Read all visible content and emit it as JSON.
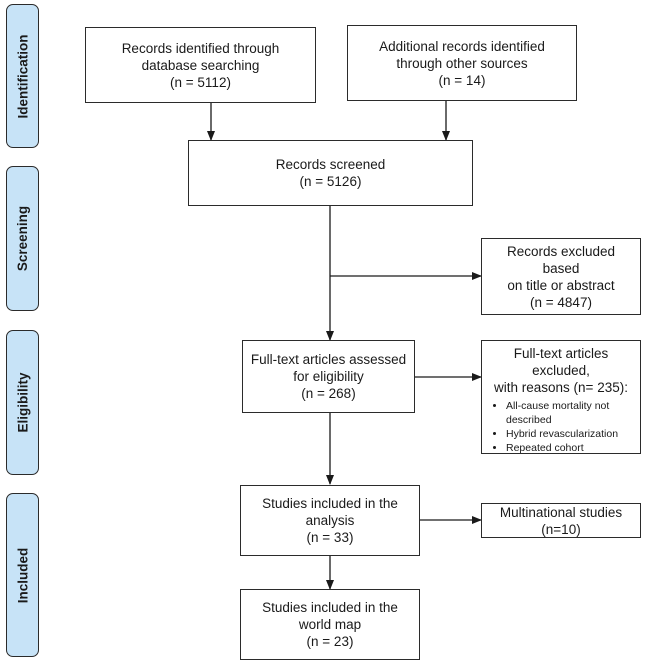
{
  "stages": [
    {
      "id": "identification",
      "label": "Identification"
    },
    {
      "id": "screening",
      "label": "Screening"
    },
    {
      "id": "eligibility",
      "label": "Eligibility"
    },
    {
      "id": "included",
      "label": "Included"
    }
  ],
  "boxes": {
    "records_database": {
      "lines": [
        "Records identified through",
        "database searching",
        "(n = 5112)"
      ]
    },
    "records_other": {
      "lines": [
        "Additional records identified",
        "through other sources",
        "(n = 14)"
      ]
    },
    "records_screened": {
      "lines": [
        "Records screened",
        "(n = 5126)"
      ]
    },
    "records_excluded": {
      "lines": [
        "Records excluded based",
        "on title or abstract",
        "(n = 4847)"
      ]
    },
    "fulltext_assessed": {
      "lines": [
        "Full-text articles assessed",
        "for eligibility",
        "(n = 268)"
      ]
    },
    "fulltext_excluded": {
      "lines": [
        "Full-text articles excluded,",
        "with reasons (n= 235):"
      ],
      "reasons": [
        "All-cause mortality not described",
        "Hybrid revascularization",
        "Repeated cohort"
      ]
    },
    "studies_analysis": {
      "lines": [
        "Studies included in the",
        "analysis",
        "(n = 33)"
      ]
    },
    "multinational": {
      "lines": [
        "Multinational studies (n=10)"
      ]
    },
    "studies_map": {
      "lines": [
        "Studies included in the",
        "world map",
        "(n = 23)"
      ]
    }
  }
}
